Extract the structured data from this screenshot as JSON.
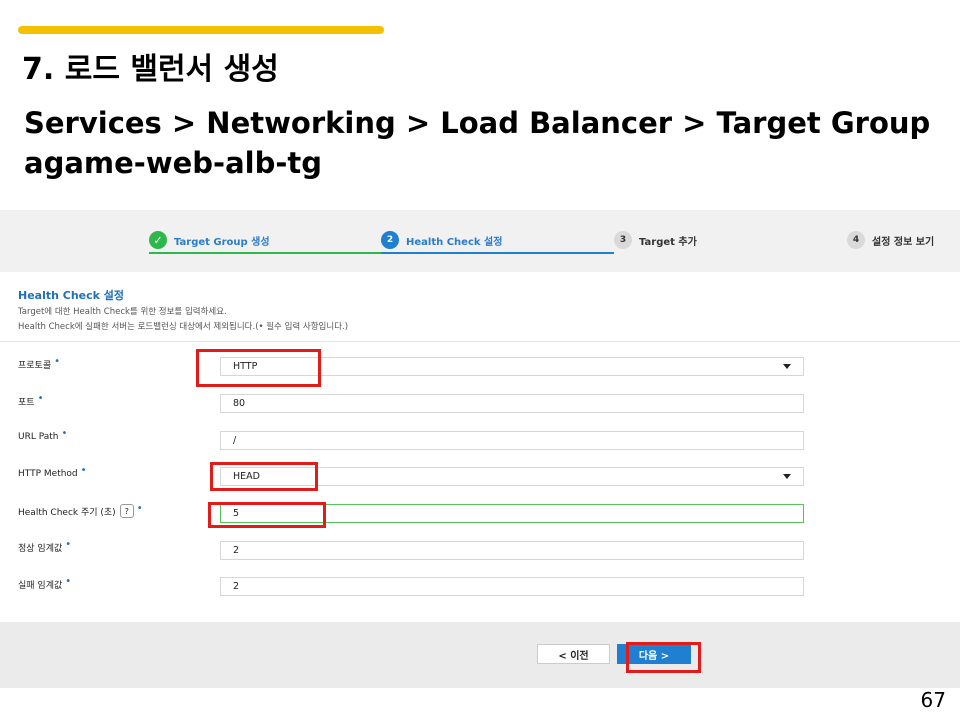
{
  "slide": {
    "title": "7. 로드 밸런서 생성",
    "breadcrumb": "Services > Networking > Load Balancer > Target Group",
    "target_group_name": "agame-web-alb-tg",
    "page_number": "67"
  },
  "stepper": {
    "steps": [
      {
        "num": "✓",
        "label": "Target Group 생성",
        "state": "done"
      },
      {
        "num": "2",
        "label": "Health Check 설정",
        "state": "active"
      },
      {
        "num": "3",
        "label": "Target 추가",
        "state": "pending"
      },
      {
        "num": "4",
        "label": "설정 정보 보기",
        "state": "pending"
      }
    ]
  },
  "panel": {
    "title": "Health Check 설정",
    "desc1": "Target에 대한 Health Check를 위한 정보를 입력하세요.",
    "desc2": "Health Check에 실패한 서버는 로드밸런싱 대상에서 제외됩니다.(• 필수 입력 사항입니다.)"
  },
  "form": {
    "protocol": {
      "label": "프로토콜",
      "value": "HTTP"
    },
    "port": {
      "label": "포트",
      "value": "80"
    },
    "url_path": {
      "label": "URL Path",
      "value": "/"
    },
    "http_method": {
      "label": "HTTP Method",
      "value": "HEAD"
    },
    "interval": {
      "label": "Health Check 주기 (초)",
      "value": "5"
    },
    "healthy_threshold": {
      "label": "정상 임계값",
      "value": "2"
    },
    "unhealthy_threshold": {
      "label": "실패 임계값",
      "value": "2"
    },
    "required_mark": "•",
    "help_icon_glyph": "?"
  },
  "buttons": {
    "prev": "<  이전",
    "next": "다음  >"
  },
  "colors": {
    "accent_bar": "#f5c000",
    "highlight": "#e21b1b",
    "primary": "#1f7fd1",
    "done": "#2eb84b"
  }
}
